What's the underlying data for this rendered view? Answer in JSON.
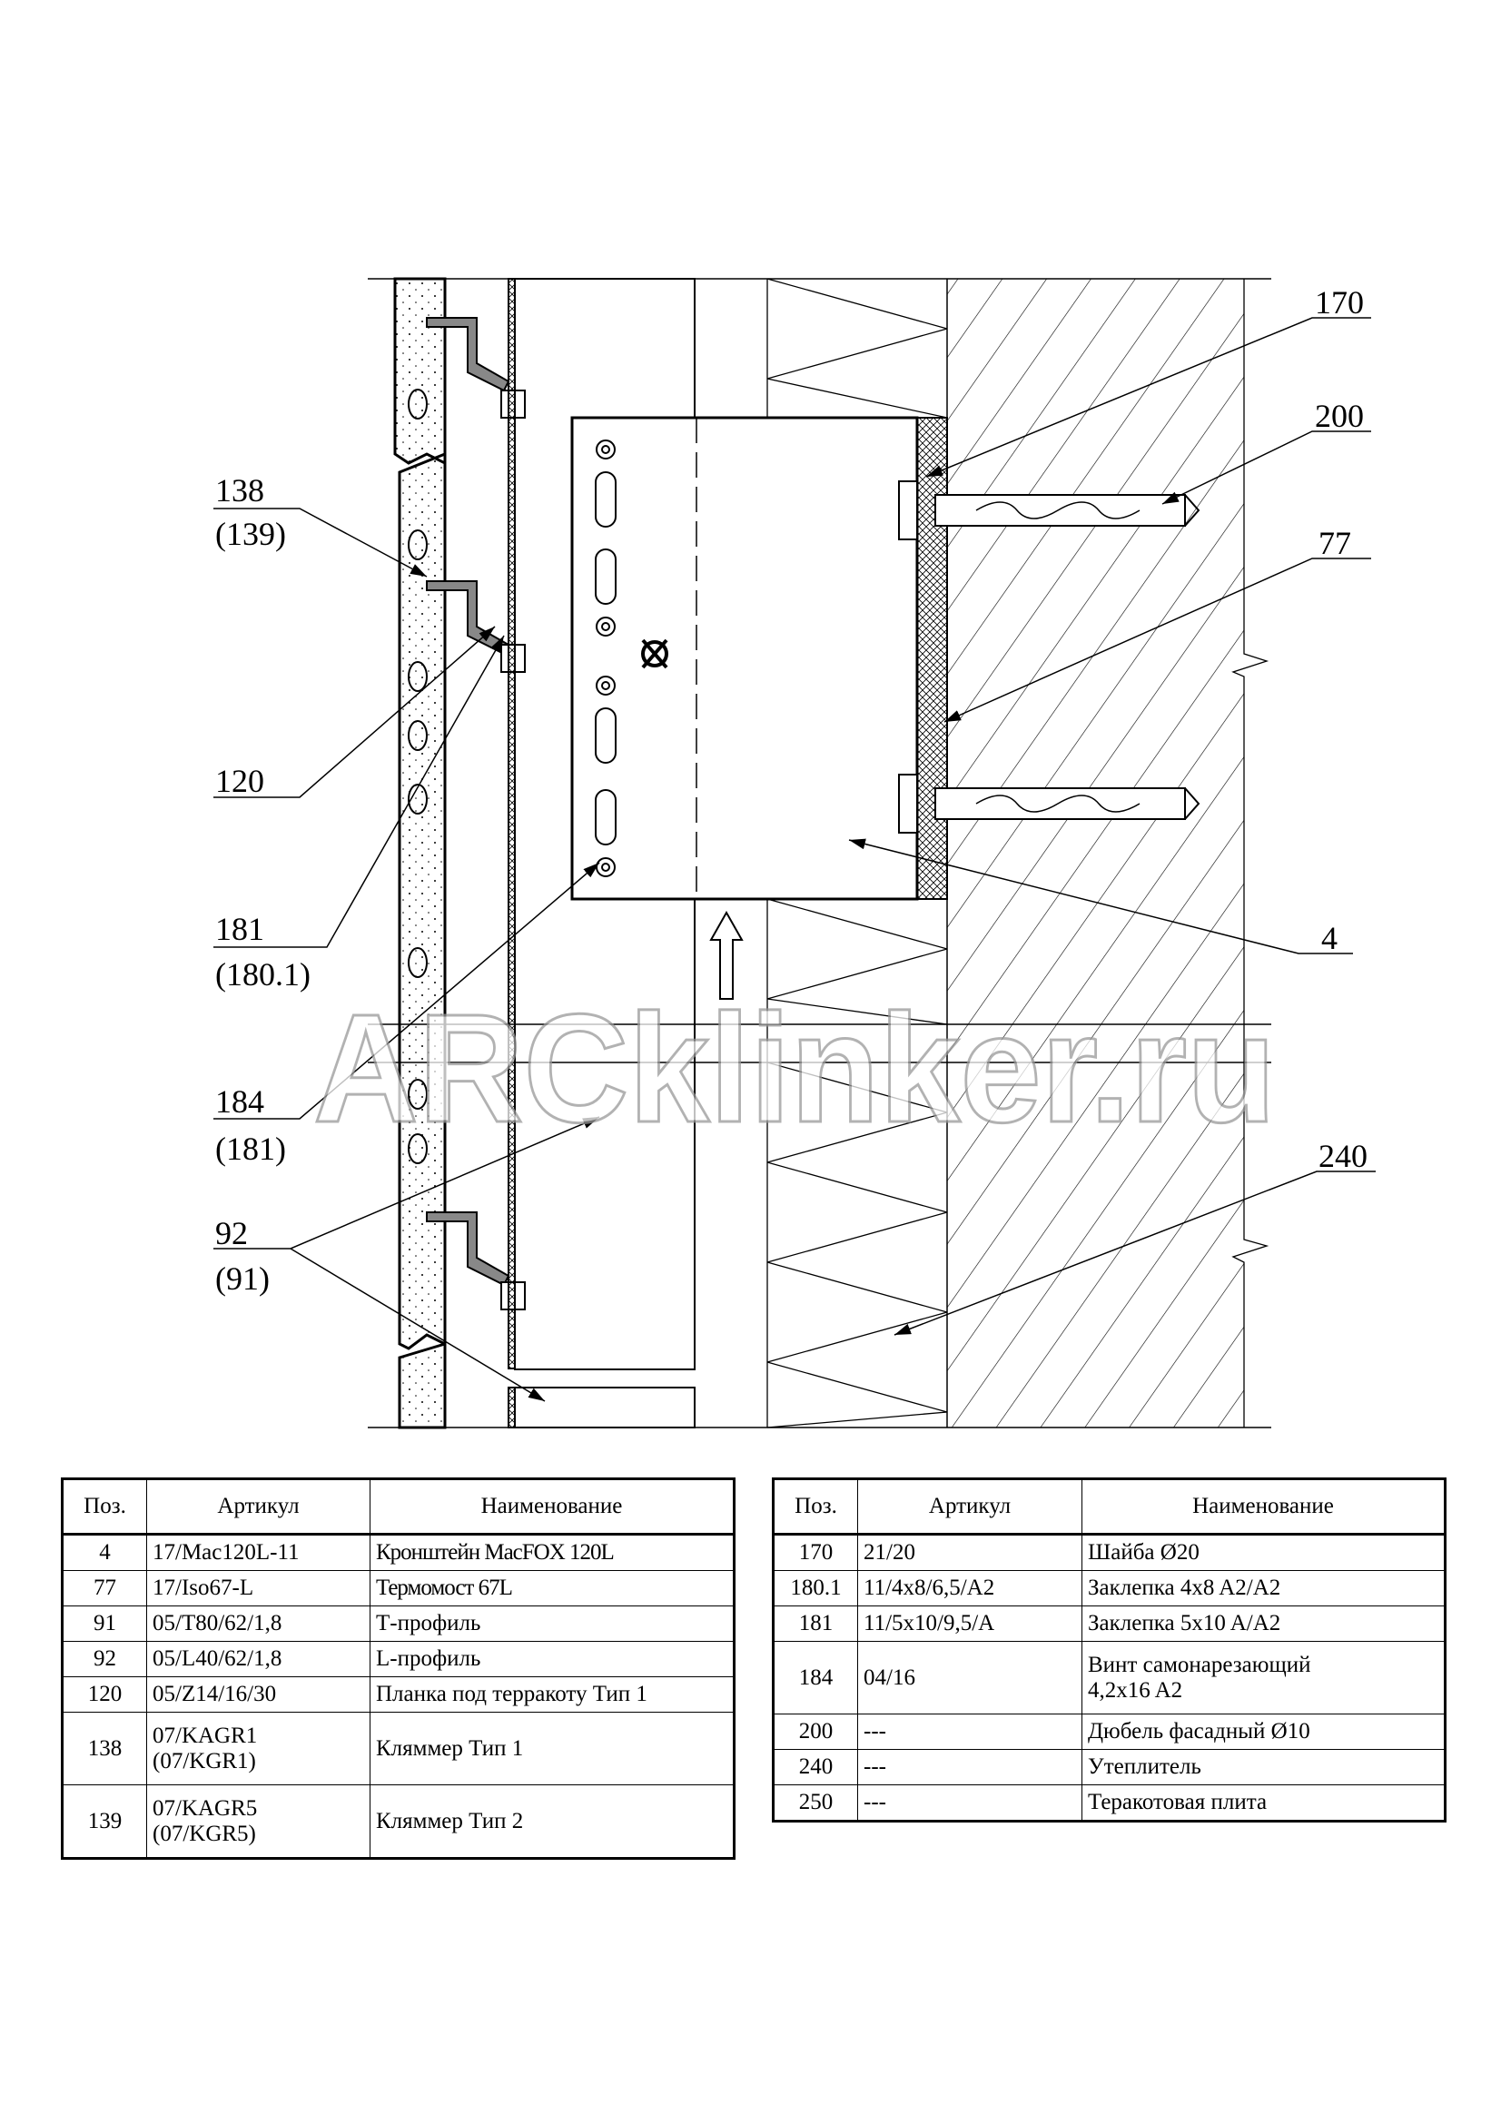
{
  "watermark": "ARCklinker.ru",
  "callouts": {
    "c170": "170",
    "c200": "200",
    "c77": "77",
    "c4": "4",
    "c240": "240",
    "c138": "138",
    "c139": "(139)",
    "c120": "120",
    "c181": "181",
    "c180_1": "(180.1)",
    "c184": "184",
    "c181b": "(181)",
    "c92": "92",
    "c91": "(91)"
  },
  "left_table": {
    "headers": [
      "Поз.",
      "Артикул",
      "Наименование"
    ],
    "rows": [
      {
        "pos": "4",
        "art": "17/Mac120L-11",
        "name": "Кронштейн MacFOX  120L"
      },
      {
        "pos": "77",
        "art": "17/Iso67-L",
        "name": "Термомост 67L"
      },
      {
        "pos": "91",
        "art": "05/T80/62/1,8",
        "name": "Т-профиль"
      },
      {
        "pos": "92",
        "art": "05/L40/62/1,8",
        "name": "L-профиль"
      },
      {
        "pos": "120",
        "art": "05/Z14/16/30",
        "name": "Планка под терракоту Тип 1"
      },
      {
        "pos": "138",
        "art": "07/KAGR1",
        "art2": "(07/KGR1)",
        "name": "Кляммер Тип 1"
      },
      {
        "pos": "139",
        "art": "07/KAGR5",
        "art2": "(07/KGR5)",
        "name": "Кляммер Тип 2"
      }
    ]
  },
  "right_table": {
    "headers": [
      "Поз.",
      "Артикул",
      "Наименование"
    ],
    "rows": [
      {
        "pos": "170",
        "art": "21/20",
        "name": "Шайба Ø20"
      },
      {
        "pos": "180.1",
        "art": "11/4x8/6,5/A2",
        "name": "Заклепка 4x8 A2/A2"
      },
      {
        "pos": "181",
        "art": "11/5x10/9,5/A",
        "name": "Заклепка 5x10 A/A2"
      },
      {
        "pos": "184",
        "art": "04/16",
        "name": "Винт самонарезающий",
        "name2": "4,2x16 A2"
      },
      {
        "pos": "200",
        "art": "---",
        "name": "Дюбель фасадный Ø10"
      },
      {
        "pos": "240",
        "art": "---",
        "name": "Утеплитель"
      },
      {
        "pos": "250",
        "art": "---",
        "name": "Теракотовая плита"
      }
    ]
  }
}
